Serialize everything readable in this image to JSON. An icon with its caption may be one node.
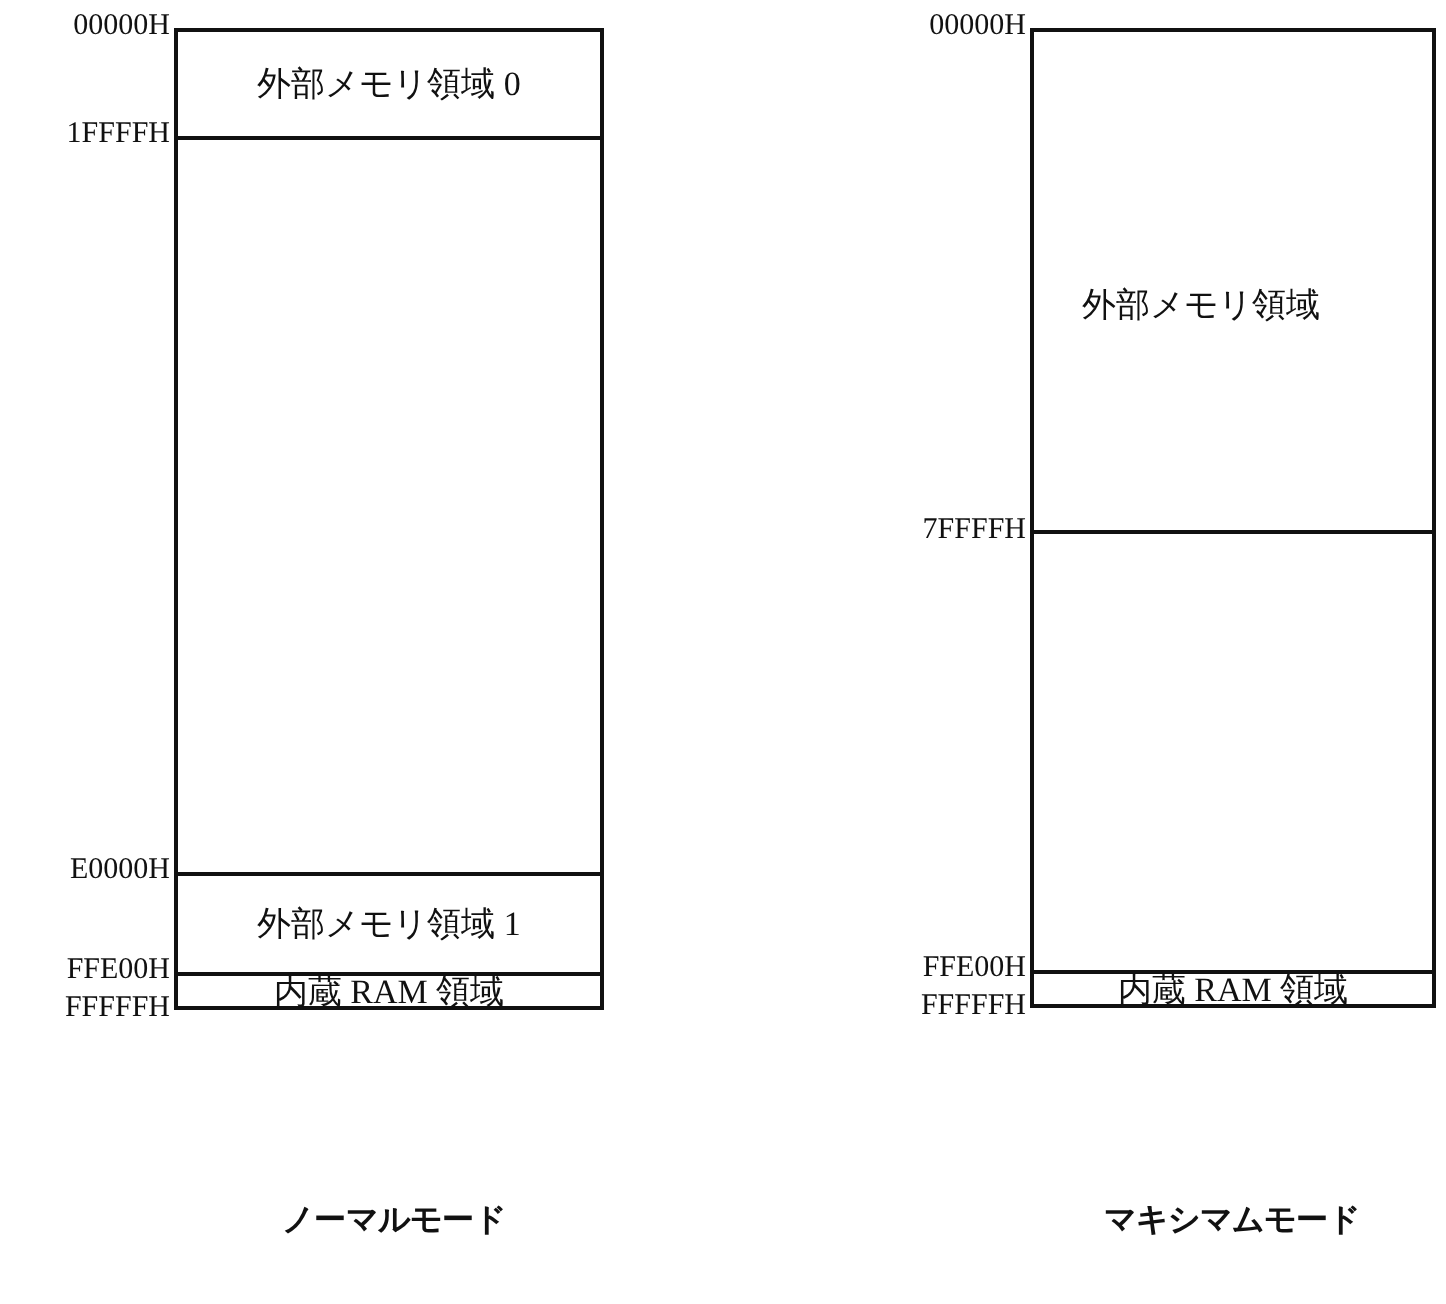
{
  "diagram": {
    "nodes": [
      {
        "text": [
          "外部メモリ領域 0"
        ]
      },
      {
        "text": [],
        "shape": "box"
      },
      {
        "text": [
          "外部メモリ領域 1"
        ]
      },
      {
        "text": [
          "内蔵 RAM 領域"
        ]
      },
      {
        "text": [
          "外部メモリ領域"
        ]
      },
      {
        "text": [],
        "shape": "box"
      },
      {
        "text": [
          "内蔵 RAM 領域"
        ]
      }
    ],
    "labels": [
      "00000H",
      "1FFFFH",
      "E0000H",
      "FFE00H",
      "FFFFFH",
      "00000H",
      "7FFFFH",
      "FFE00H",
      "FFFFFH",
      "ノーマルモード",
      "マキシマムモード"
    ]
  }
}
